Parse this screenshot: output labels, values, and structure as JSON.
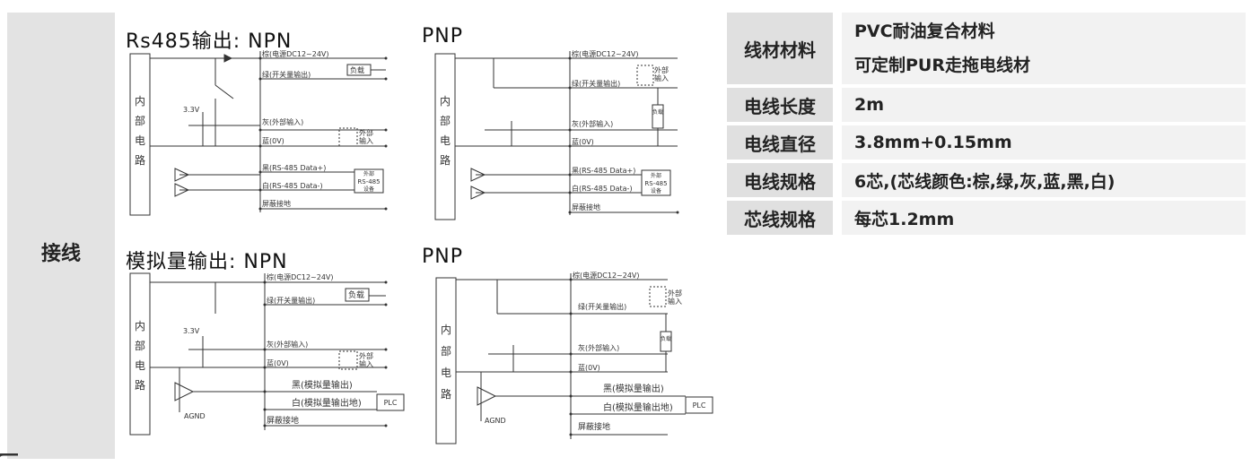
{
  "wiring": {
    "section_label": "接线",
    "circuits": [
      {
        "title": "Rs485输出: NPN",
        "internal": [
          "内",
          "部",
          "电",
          "路"
        ],
        "voltage": "3.3V",
        "wires": [
          "棕(电源DC12~24V)",
          "绿(开关量输出)",
          "灰(外部输入)",
          "蓝(0V)",
          "黑(RS-485 Data+)",
          "白(RS-485 Data-)",
          "屏蔽接地"
        ],
        "load": "负载",
        "ext_input": [
          "外部",
          "输入"
        ],
        "device": [
          "外部",
          "RS-485",
          "设备"
        ]
      },
      {
        "title": "PNP",
        "internal": [
          "内",
          "部",
          "电",
          "路"
        ],
        "wires": [
          "棕(电源DC12~24V)",
          "绿(开关量输出)",
          "灰(外部输入)",
          "蓝(0V)",
          "黑(RS-485 Data+)",
          "白(RS-485 Data-)",
          "屏蔽接地"
        ],
        "load": "负载",
        "ext_input": [
          "外部",
          "输入"
        ],
        "device": [
          "外部",
          "RS-485",
          "设备"
        ]
      },
      {
        "title": "模拟量输出: NPN",
        "internal": [
          "内",
          "部",
          "电",
          "路"
        ],
        "voltage": "3.3V",
        "agnd": "AGND",
        "wires": [
          "棕(电源DC12~24V)",
          "绿(开关量输出)",
          "灰(外部输入)",
          "蓝(0V)",
          "黑(模拟量输出)",
          "白(模拟量输出地)",
          "屏蔽接地"
        ],
        "load": "负载",
        "ext_input": [
          "外部",
          "输入"
        ],
        "plc": "PLC"
      },
      {
        "title": "PNP",
        "internal": [
          "内",
          "部",
          "电",
          "路"
        ],
        "agnd": "AGND",
        "wires": [
          "棕(电源DC12~24V)",
          "绿(开关量输出)",
          "灰(外部输入)",
          "蓝(0V)",
          "黑(模拟量输出)",
          "白(模拟量输出地)",
          "屏蔽接地"
        ],
        "load": "负载",
        "ext_input": [
          "外部",
          "输入"
        ],
        "plc": "PLC"
      }
    ]
  },
  "spec": {
    "rows": [
      {
        "key": "线材材料",
        "values": [
          "PVC耐油复合材料",
          "可定制PUR走拖电线材"
        ]
      },
      {
        "key": "电线长度",
        "values": [
          "2m"
        ]
      },
      {
        "key": "电线直径",
        "values": [
          "3.8mm+0.15mm"
        ]
      },
      {
        "key": "电线规格",
        "values": [
          "6芯,(芯线颜色:棕,绿,灰,蓝,黑,白)"
        ]
      },
      {
        "key": "芯线规格",
        "values": [
          "每芯1.2mm"
        ]
      }
    ]
  }
}
